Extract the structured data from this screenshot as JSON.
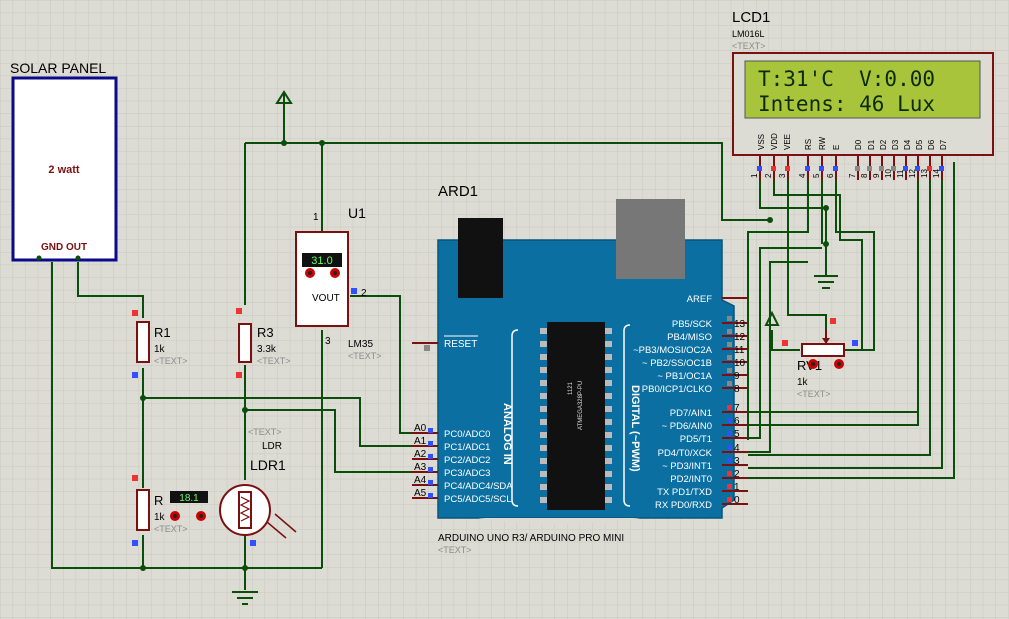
{
  "solar_panel": {
    "title": "SOLAR PANEL",
    "rating": "2 watt",
    "terminals": "GND OUT"
  },
  "lcd": {
    "ref": "LCD1",
    "model": "LM016L",
    "text_tag": "<TEXT>",
    "line1": "T:31'C  V:0.00",
    "line2": "Intens: 46 Lux",
    "pin_names": [
      "VSS",
      "VDD",
      "VEE",
      "RS",
      "RW",
      "E",
      "D0",
      "D1",
      "D2",
      "D3",
      "D4",
      "D5",
      "D6",
      "D7"
    ],
    "pin_numbers": [
      "1",
      "2",
      "3",
      "4",
      "5",
      "6",
      "7",
      "8",
      "9",
      "10",
      "11",
      "12",
      "13",
      "14"
    ]
  },
  "lm35": {
    "ref": "U1",
    "model": "LM35",
    "reading": "31.0",
    "pin_label": "VOUT",
    "pin1": "1",
    "pin2": "2",
    "pin3": "3",
    "text_tag": "<TEXT>"
  },
  "r1": {
    "ref": "R1",
    "value": "1k",
    "text_tag": "<TEXT>"
  },
  "r2": {
    "ref": "R",
    "value": "1k",
    "text_tag": "<TEXT>"
  },
  "r3": {
    "ref": "R3",
    "value": "3.3k",
    "text_tag": "<TEXT>"
  },
  "voltmeter": {
    "reading": "18.1"
  },
  "ldr": {
    "ref": "LDR1",
    "type": "LDR",
    "text_tag": "<TEXT>"
  },
  "rv1": {
    "ref": "RV1",
    "value": "1k",
    "text_tag": "<TEXT>"
  },
  "arduino": {
    "ref": "ARD1",
    "label": "ARDUINO UNO R3/ ARDUINO PRO MINI",
    "text_tag": "<TEXT>",
    "chip": "ATMEGA328P-PU",
    "chip_num": "1121",
    "analog_title": "ANALOG IN",
    "digital_title": "DIGITAL (~PWM)",
    "reset": "RESET",
    "aref": "AREF",
    "analog_pins": [
      {
        "num": "A0",
        "name": "PC0/ADC0"
      },
      {
        "num": "A1",
        "name": "PC1/ADC1"
      },
      {
        "num": "A2",
        "name": "PC2/ADC2"
      },
      {
        "num": "A3",
        "name": "PC3/ADC3"
      },
      {
        "num": "A4",
        "name": "PC4/ADC4/SDA"
      },
      {
        "num": "A5",
        "name": "PC5/ADC5/SCL"
      }
    ],
    "digital_pins_top": [
      {
        "num": "13",
        "name": "PB5/SCK"
      },
      {
        "num": "12",
        "name": "PB4/MISO"
      },
      {
        "num": "11",
        "name": "~PB3/MOSI/OC2A"
      },
      {
        "num": "10",
        "name": "~ PB2/SS/OC1B"
      },
      {
        "num": "9",
        "name": "~ PB1/OC1A"
      },
      {
        "num": "8",
        "name": "PB0/ICP1/CLKO"
      }
    ],
    "digital_pins_bottom": [
      {
        "num": "7",
        "name": "PD7/AIN1"
      },
      {
        "num": "6",
        "name": "~ PD6/AIN0"
      },
      {
        "num": "5",
        "name": "PD5/T1"
      },
      {
        "num": "4",
        "name": "PD4/T0/XCK"
      },
      {
        "num": "3",
        "name": "~ PD3/INT1"
      },
      {
        "num": "2",
        "name": "PD2/INT0"
      },
      {
        "num": "1",
        "name": "TX PD1/TXD"
      },
      {
        "num": "0",
        "name": "RX PD0/RXD"
      }
    ]
  },
  "colors": {
    "board": "#0b6fa2",
    "wire": "#0b4d0b",
    "lcd_screen": "#a7c43a",
    "panel_border": "#0a0a8a"
  }
}
